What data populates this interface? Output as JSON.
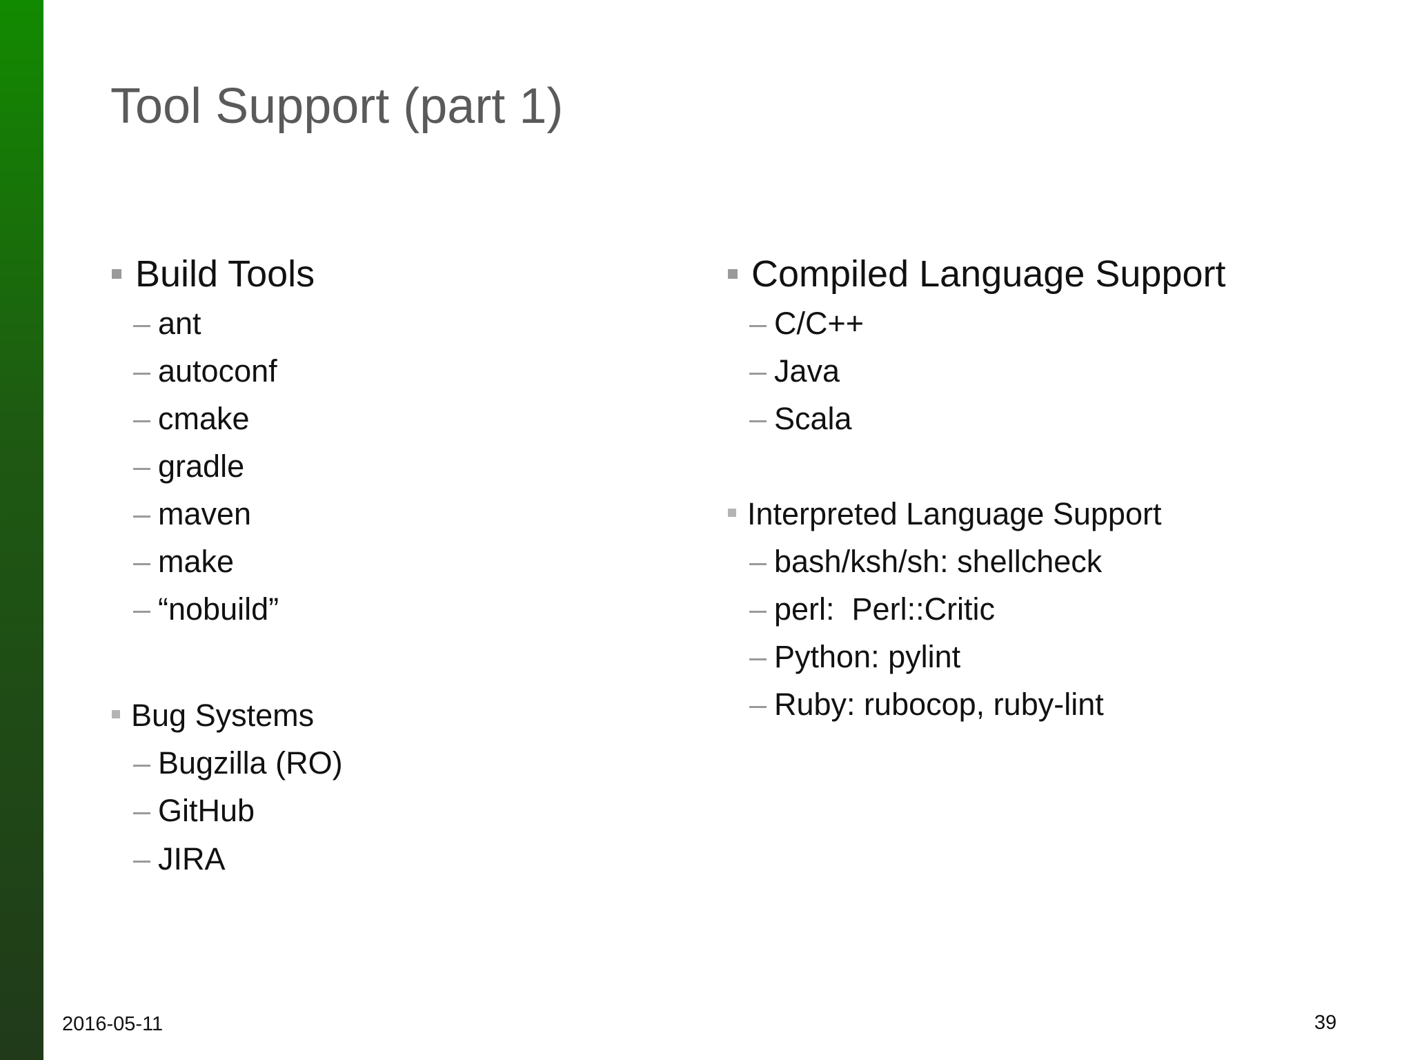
{
  "slide": {
    "title": "Tool Support (part 1)",
    "left_column": {
      "build_tools": {
        "heading": "Build Tools",
        "items": [
          "ant",
          "autoconf",
          "cmake",
          "gradle",
          "maven",
          "make",
          "“nobuild”"
        ]
      },
      "bug_systems": {
        "heading": "Bug Systems",
        "items": [
          "Bugzilla (RO)",
          "GitHub",
          "JIRA"
        ]
      }
    },
    "right_column": {
      "compiled": {
        "heading": "Compiled Language Support",
        "items": [
          "C/C++",
          "Java",
          "Scala"
        ]
      },
      "interpreted": {
        "heading": "Interpreted Language Support",
        "items": [
          "bash/ksh/sh: shellcheck",
          "perl:  Perl::Critic",
          "Python: pylint",
          "Ruby: rubocop, ruby-lint"
        ]
      }
    },
    "dash_glyph": "–",
    "footer": {
      "date": "2016-05-11",
      "page_number": "39"
    },
    "colors": {
      "title": "#5a5a5a",
      "accent_bar_top": "#128a00",
      "accent_bar_bottom": "#203a1a",
      "bullet": "#9a9a9a"
    }
  }
}
